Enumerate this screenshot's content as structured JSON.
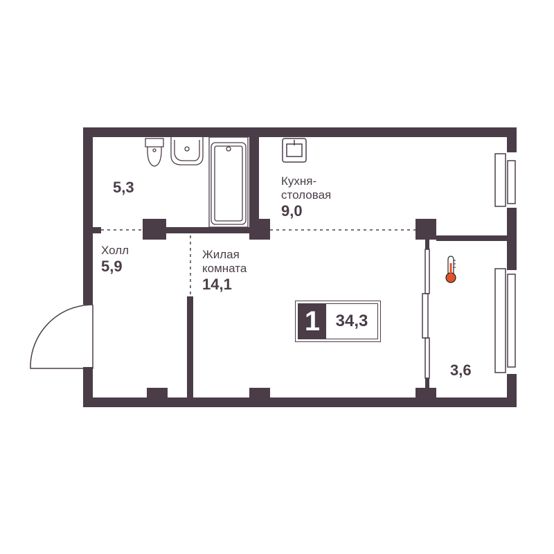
{
  "plan": {
    "wall_color": "#4a3d48",
    "accent_color": "#e0522a",
    "rooms": [
      {
        "name": "",
        "area": "5,3"
      },
      {
        "name": "Кухня-\nстоловая",
        "name_line1": "Кухня-",
        "name_line2": "столовая",
        "area": "9,0"
      },
      {
        "name_line1": "Холл",
        "area": "5,9"
      },
      {
        "name_line1": "Жилая",
        "name_line2": "комната",
        "area": "14,1"
      },
      {
        "name": "",
        "area": "3,6"
      }
    ],
    "badge": {
      "rooms": "1",
      "total_area": "34,3"
    }
  }
}
